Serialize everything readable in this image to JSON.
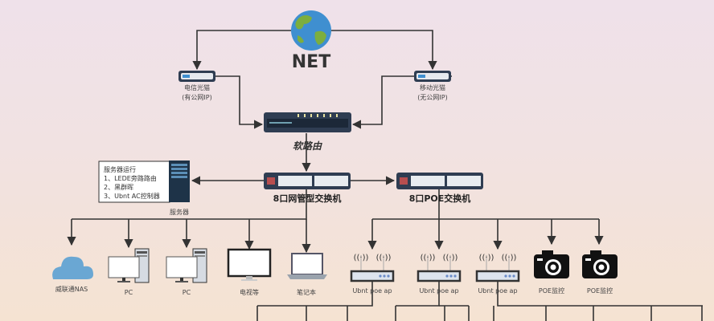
{
  "net": {
    "label": "NET"
  },
  "modems": [
    {
      "name": "电信光猫",
      "note": "(有公网IP)"
    },
    {
      "name": "移动光猫",
      "note": "(无公网IP)"
    }
  ],
  "router": {
    "label": "软路由"
  },
  "switches": [
    {
      "label": "8口网管型交换机"
    },
    {
      "label": "8口POE交换机"
    }
  ],
  "server": {
    "label": "服务器",
    "notes": [
      "服务器运行",
      "1、LEDE旁路路由",
      "2、黑群晖",
      "3、Ubnt AC控制器"
    ]
  },
  "devices": [
    {
      "label": "威联通NAS",
      "icon": "cloud-icon"
    },
    {
      "label": "PC",
      "icon": "desktop-pc-icon"
    },
    {
      "label": "PC",
      "icon": "desktop-pc-icon"
    },
    {
      "label": "电视等",
      "icon": "tv-icon"
    },
    {
      "label": "笔记本",
      "icon": "laptop-icon"
    }
  ],
  "poe_devices": [
    {
      "label": "Ubnt poe ap",
      "icon": "access-point-icon"
    },
    {
      "label": "Ubnt poe ap",
      "icon": "access-point-icon"
    },
    {
      "label": "Ubnt poe ap",
      "icon": "access-point-icon"
    },
    {
      "label": "POE监控",
      "icon": "camera-icon"
    },
    {
      "label": "POE监控",
      "icon": "camera-icon"
    }
  ],
  "colors": {
    "line": "#333333",
    "device": "#2f3d52",
    "cloud": "#6aa7d3",
    "globe_ocean": "#3f8fd0",
    "globe_land": "#7cae3e"
  }
}
